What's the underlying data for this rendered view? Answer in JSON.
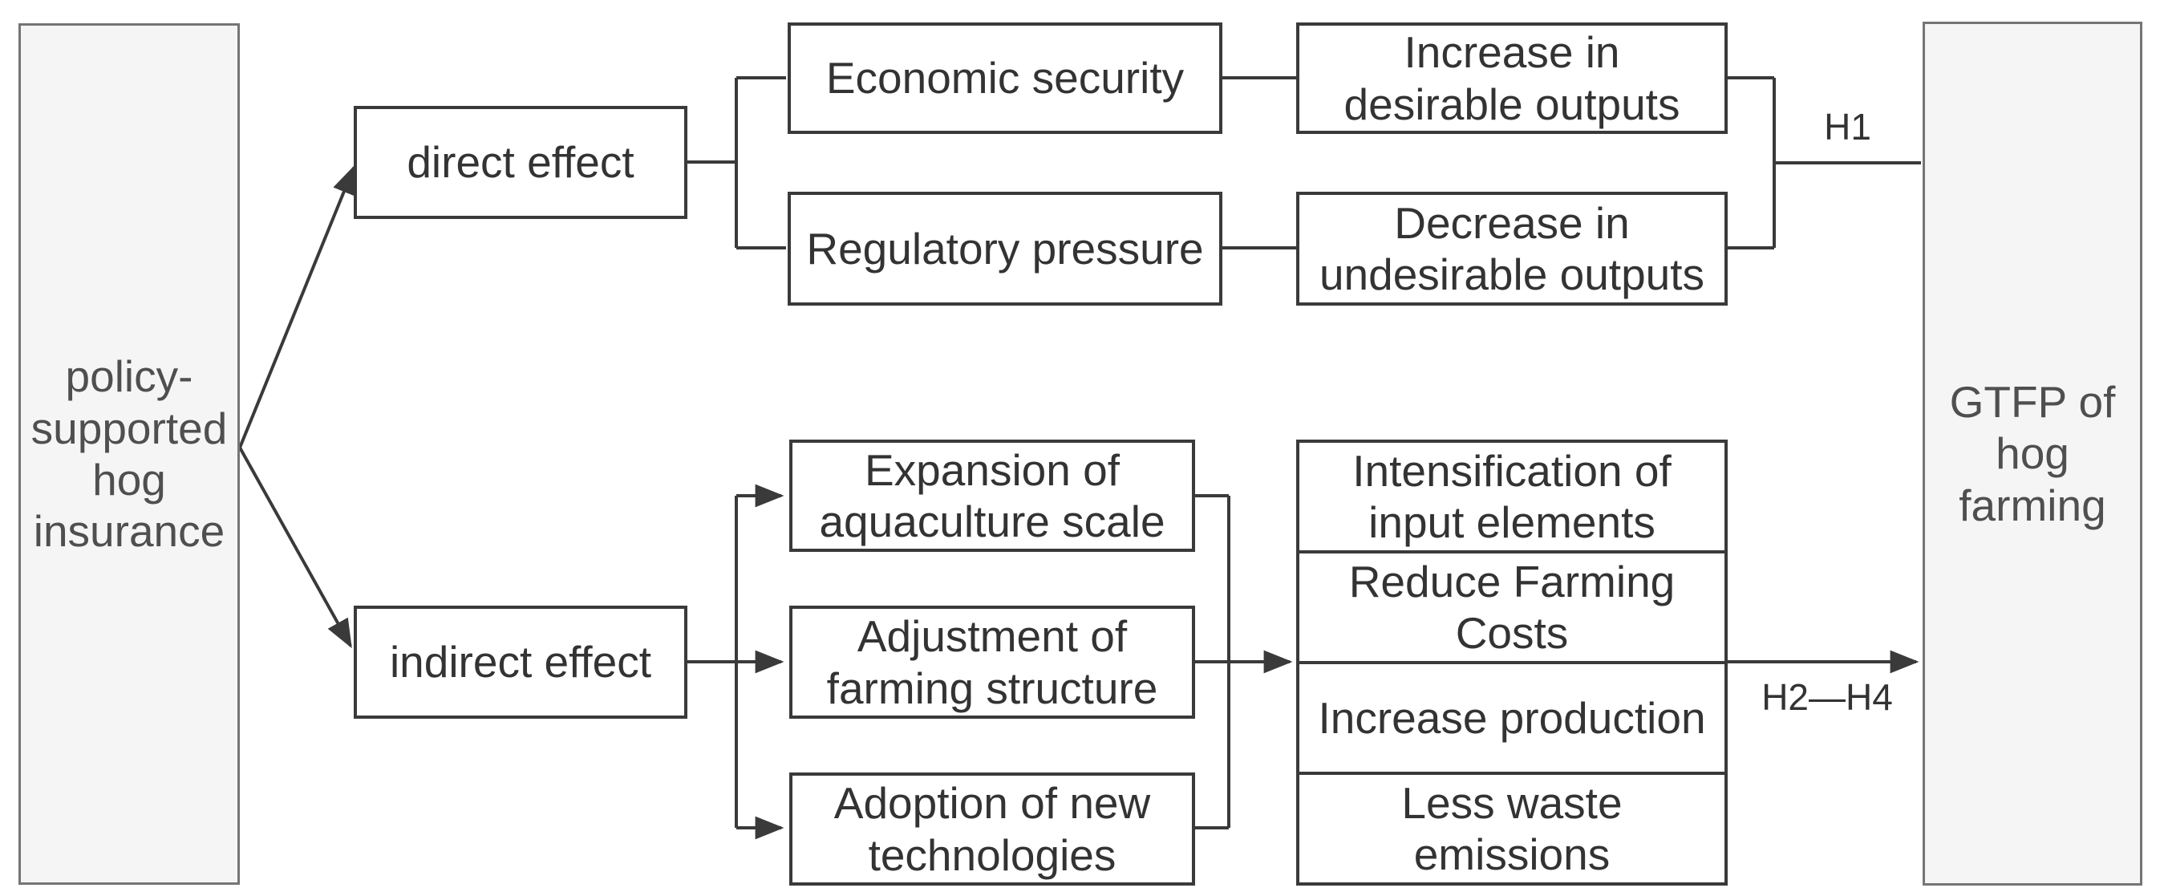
{
  "nodes": {
    "source": {
      "label": "policy-\nsupported\nhog\ninsurance"
    },
    "direct_effect": {
      "label": "direct effect"
    },
    "indirect_effect": {
      "label": "indirect effect"
    },
    "economic_security": {
      "label": "Economic security"
    },
    "regulatory_pressure": {
      "label": "Regulatory pressure"
    },
    "increase_desirable": {
      "label": "Increase in\ndesirable outputs"
    },
    "decrease_undesirable": {
      "label": "Decrease in\nundesirable outputs"
    },
    "expansion_scale": {
      "label": "Expansion of\naquaculture scale"
    },
    "adjustment_structure": {
      "label": "Adjustment of\nfarming structure"
    },
    "adoption_technologies": {
      "label": "Adoption of new\ntechnologies"
    },
    "outcome": {
      "label": "GTFP of\nhog\nfarming"
    }
  },
  "stacked_outcomes": [
    "Intensification of\ninput elements",
    "Reduce Farming\nCosts",
    "Increase production",
    "Less waste\nemissions"
  ],
  "hypotheses": {
    "direct": "H1",
    "indirect": "H2—H4"
  },
  "colors": {
    "connector": "#3a3a3a",
    "node_border": "#3a3a3a",
    "node_fill": "#ffffff",
    "node_text": "#333333",
    "panel_fill": "#f5f5f5",
    "panel_border": "#757575",
    "panel_text": "#4f4f4f",
    "label_text": "#333333"
  }
}
